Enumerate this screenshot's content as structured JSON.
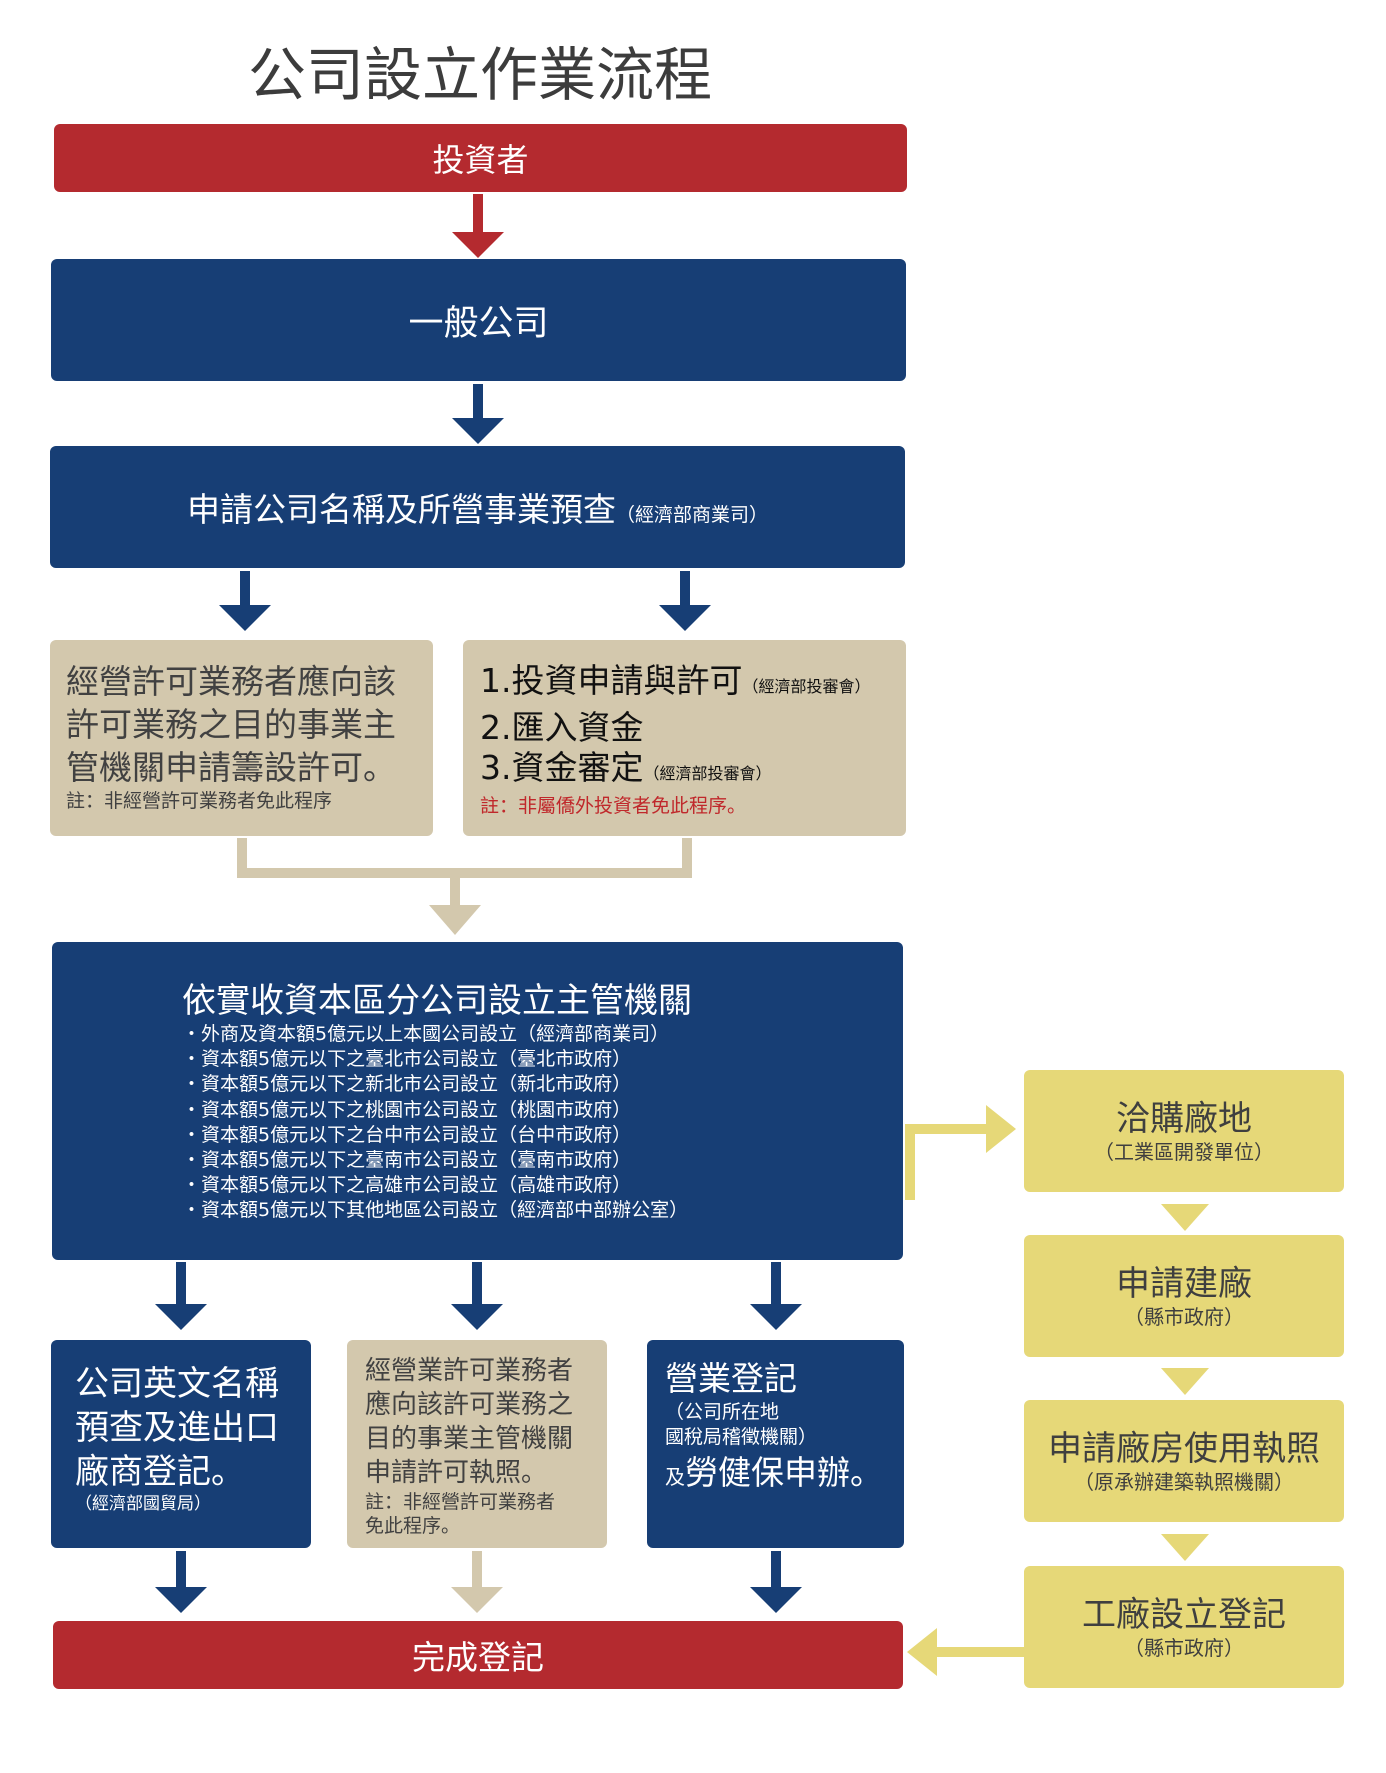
{
  "title": "公司設立作業流程",
  "colors": {
    "red": "#b42a2f",
    "navy": "#173e75",
    "beige": "#d3c8ad",
    "yellow": "#e6d878",
    "beige_arrow": "#d3c8ad",
    "yellow_arrow": "#e6d878"
  },
  "investor": "投資者",
  "general_company": "一般公司",
  "prereview": {
    "text": "申請公司名稱及所營事業預查",
    "agency": "（經濟部商業司）"
  },
  "left_permit": {
    "lines": [
      "經營許可業務者應向該",
      "許可業務之目的事業主",
      "管機關申請籌設許可。"
    ],
    "note": "註：非經營許可業務者免此程序"
  },
  "investment": {
    "item1": "1.投資申請與許可",
    "item1_agency": "（經濟部投審會）",
    "item2": "2.匯入資金",
    "item3": "3.資金審定",
    "item3_agency": "（經濟部投審會）",
    "note": "註：非屬僑外投資者免此程序。"
  },
  "authority": {
    "title": "依實收資本區分公司設立主管機關",
    "items": [
      "・外商及資本額5億元以上本國公司設立（經濟部商業司）",
      "・資本額5億元以下之臺北市公司設立（臺北市政府）",
      "・資本額5億元以下之新北市公司設立（新北市政府）",
      "・資本額5億元以下之桃園市公司設立（桃園市政府）",
      "・資本額5億元以下之台中市公司設立（台中市政府）",
      "・資本額5億元以下之臺南市公司設立（臺南市政府）",
      "・資本額5億元以下之高雄市公司設立（高雄市政府）",
      "・資本額5億元以下其他地區公司設立（經濟部中部辦公室）"
    ]
  },
  "english_name": {
    "lines": [
      "公司英文名稱",
      "預查及進出口",
      "廠商登記。"
    ],
    "agency": "（經濟部國貿局）"
  },
  "business_permit": {
    "lines": [
      "經營業許可業務者",
      "應向該許可業務之",
      "目的事業主管機關",
      "申請許可執照。"
    ],
    "note": [
      "註：非經營許可業務者",
      "免此程序。"
    ]
  },
  "business_reg": {
    "title": "營業登記",
    "sub1": "（公司所在地",
    "sub2": "國稅局稽徵機關）",
    "tail_small": "及",
    "tail_big": "勞健保申辦。"
  },
  "complete": "完成登記",
  "factory": [
    {
      "title": "洽購廠地",
      "sub": "（工業區開發單位）"
    },
    {
      "title": "申請建廠",
      "sub": "（縣市政府）"
    },
    {
      "title": "申請廠房使用執照",
      "sub": "（原承辦建築執照機關）"
    },
    {
      "title": "工廠設立登記",
      "sub": "（縣市政府）"
    }
  ]
}
